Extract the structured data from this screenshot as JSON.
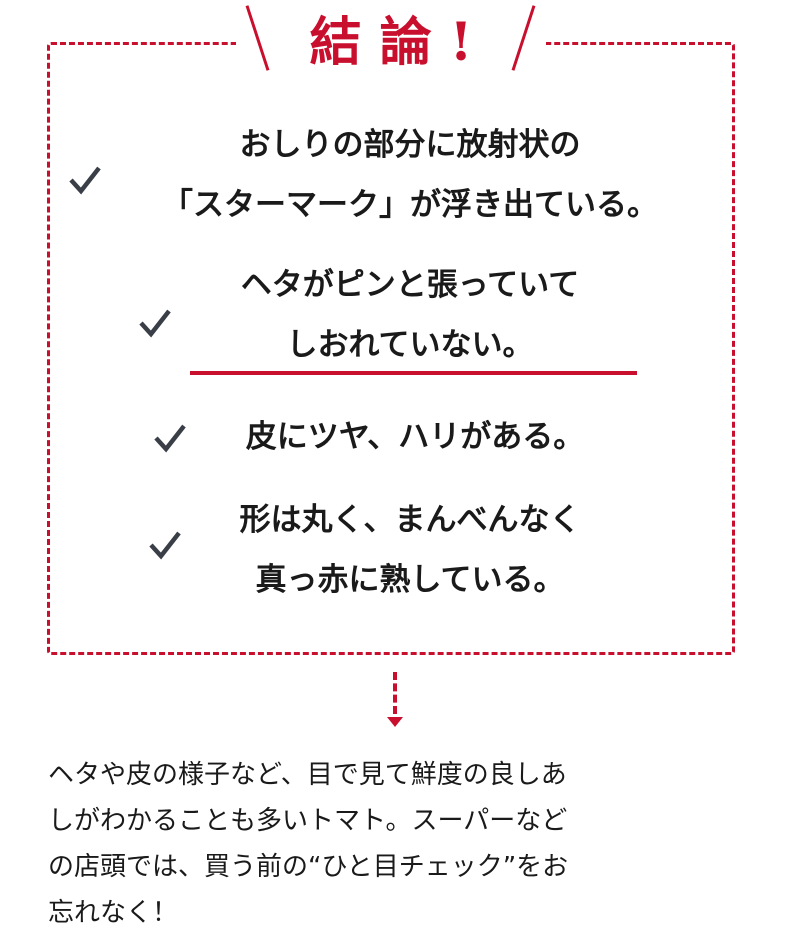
{
  "title": "結 論 !",
  "items": [
    {
      "lines": [
        "おしりの部分に放射状の",
        "「スターマーク」が浮き出ている。"
      ]
    },
    {
      "lines": [
        "ヘタがピンと張っていて",
        "しおれていない。"
      ]
    },
    {
      "lines": [
        "皮にツヤ、ハリがある。"
      ]
    },
    {
      "lines": [
        "形は丸く、まんべんなく",
        "真っ赤に熟している。"
      ]
    }
  ],
  "paragraph": [
    "ヘタや皮の様子など、目で見て鮮度の良しあ",
    "しがわかることも多いトマト。スーパーなど",
    "の店頭では、買う前の“ひと目チェック”をお",
    "忘れなく！"
  ],
  "colors": {
    "accent": "#c8102e",
    "check": "#3a3f47"
  }
}
